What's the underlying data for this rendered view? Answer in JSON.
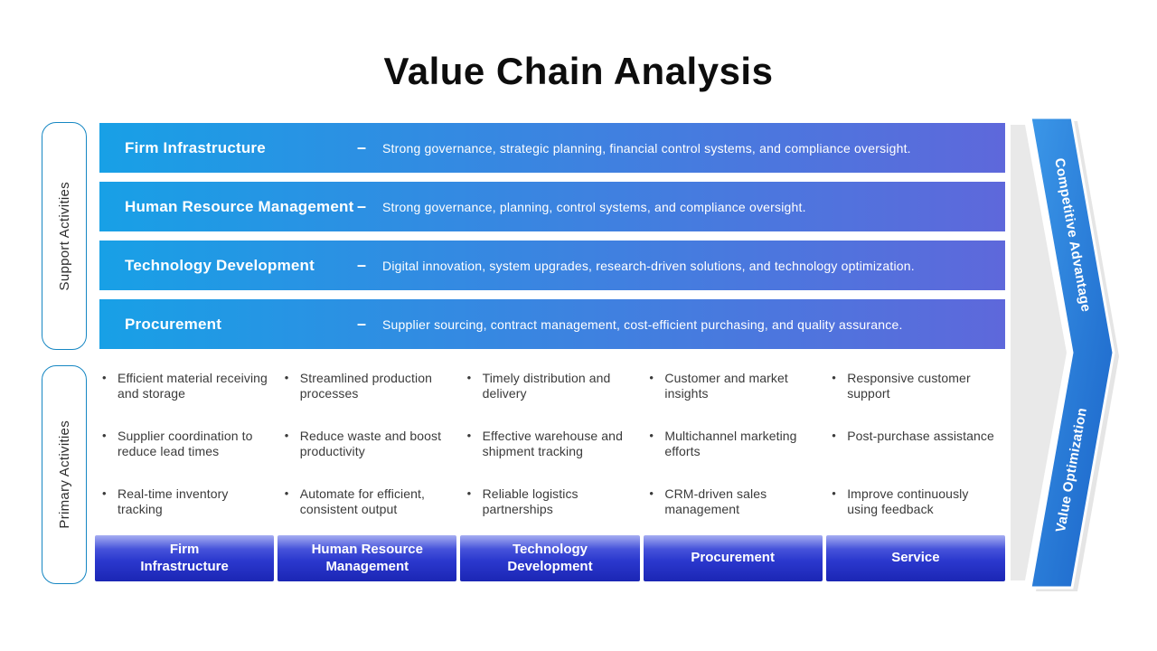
{
  "title": "Value Chain Analysis",
  "side_labels": {
    "support": "Support Activities",
    "primary": "Primary Activities"
  },
  "support_section": {
    "separator": "–",
    "rows": [
      {
        "label": "Firm Infrastructure",
        "description": "Strong governance, strategic planning, financial control systems, and compliance oversight."
      },
      {
        "label": "Human Resource Management",
        "description": "Strong governance, planning, control systems, and compliance oversight."
      },
      {
        "label": "Technology Development",
        "description": "Digital innovation, system upgrades, research-driven solutions, and technology optimization."
      },
      {
        "label": "Procurement",
        "description": "Supplier sourcing, contract management, cost-efficient purchasing, and quality assurance."
      }
    ]
  },
  "primary_columns": [
    {
      "button": "Firm\nInfrastructure",
      "bullets": [
        "Efficient material receiving and storage",
        "Supplier coordination to reduce lead times",
        "Real-time inventory tracking"
      ]
    },
    {
      "button": "Human Resource\nManagement",
      "bullets": [
        "Streamlined production processes",
        "Reduce waste and boost productivity",
        "Automate for efficient, consistent output"
      ]
    },
    {
      "button": "Technology\nDevelopment",
      "bullets": [
        "Timely distribution and delivery",
        "Effective warehouse and shipment tracking",
        "Reliable logistics partnerships"
      ]
    },
    {
      "button": "Procurement",
      "bullets": [
        "Customer and market insights",
        "Multichannel marketing efforts",
        "CRM-driven sales management"
      ]
    },
    {
      "button": "Service",
      "bullets": [
        "Responsive customer support",
        "Post-purchase assistance",
        "Improve continuously using feedback"
      ]
    }
  ],
  "bullet_marker": "•",
  "arrow": {
    "top_label": "Competitive Advantage",
    "bottom_label": "Value Optimization"
  },
  "colors": {
    "bar_gradient_start": "#18A0E6",
    "bar_gradient_end": "#5E68DB",
    "button_blue_dark": "#1B26B4",
    "pill_border": "#1687C3",
    "arrow_blue": "#2580DC",
    "arrow_gray": "#E9E9E9"
  }
}
